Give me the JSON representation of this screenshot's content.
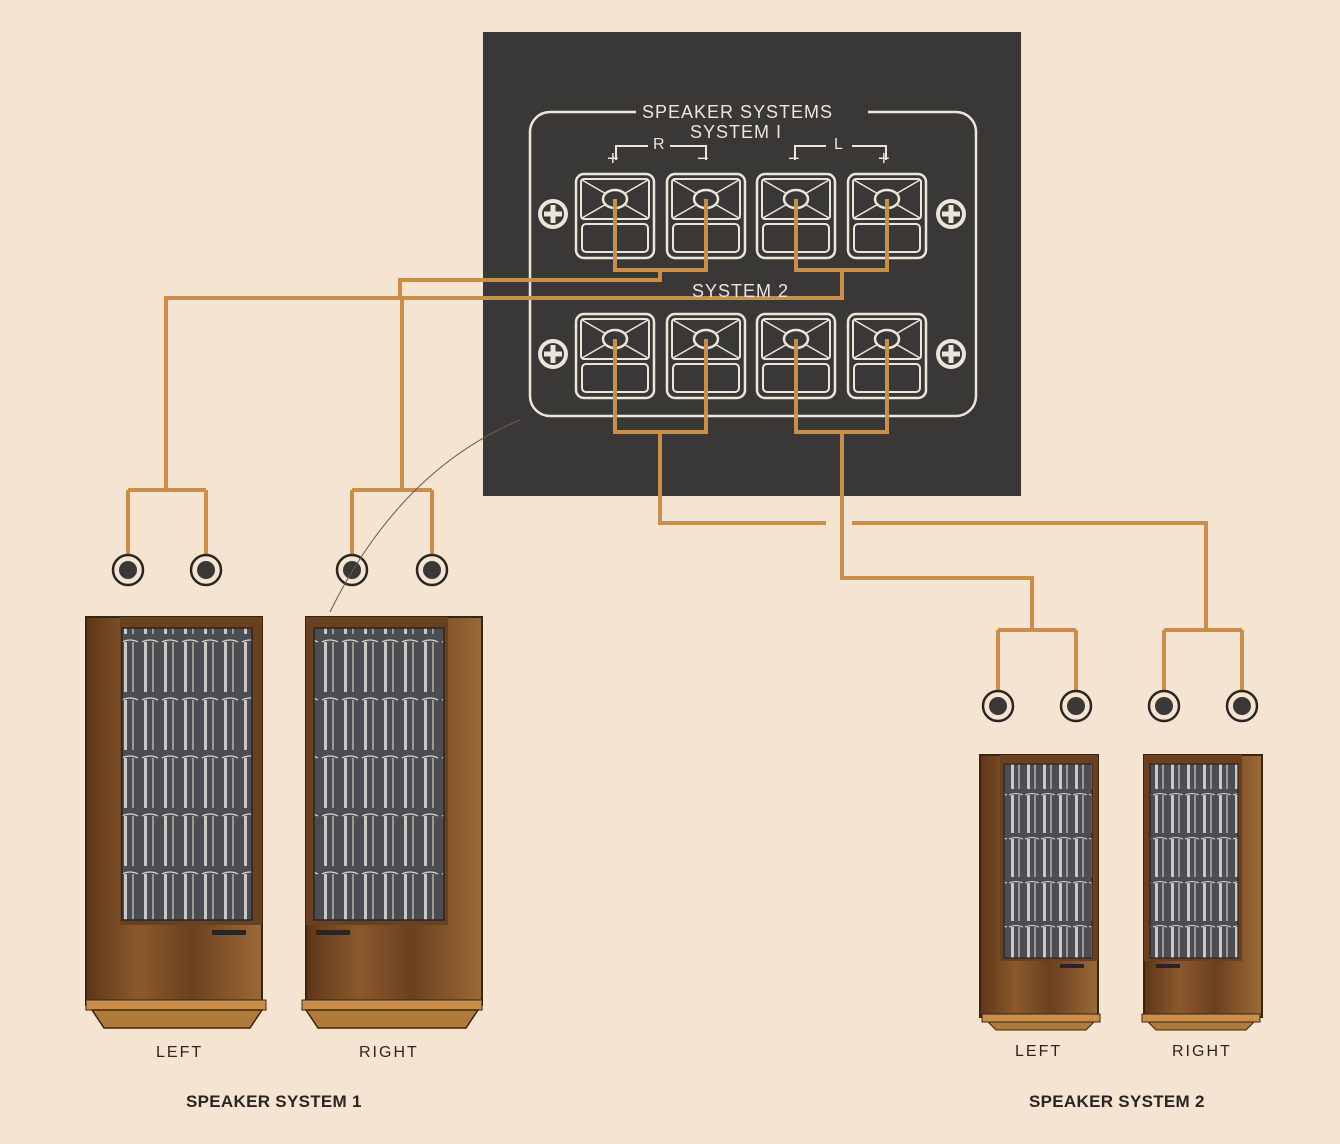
{
  "panel": {
    "title": "SPEAKER SYSTEMS",
    "system1_label": "SYSTEM  I",
    "system2_label": "SYSTEM  2",
    "right_channel": "R",
    "left_channel": "L",
    "plus": "+",
    "minus": "−"
  },
  "system1": {
    "left_label": "LEFT",
    "right_label": "RIGHT",
    "caption": "SPEAKER SYSTEM 1"
  },
  "system2": {
    "left_label": "LEFT",
    "right_label": "RIGHT",
    "caption": "SPEAKER SYSTEM 2"
  },
  "colors": {
    "background": "#f6e4d3",
    "panel": "#3a3836",
    "wire": "#c98f4a",
    "wood": "#7a4a22",
    "grille": "#4a4c50"
  }
}
